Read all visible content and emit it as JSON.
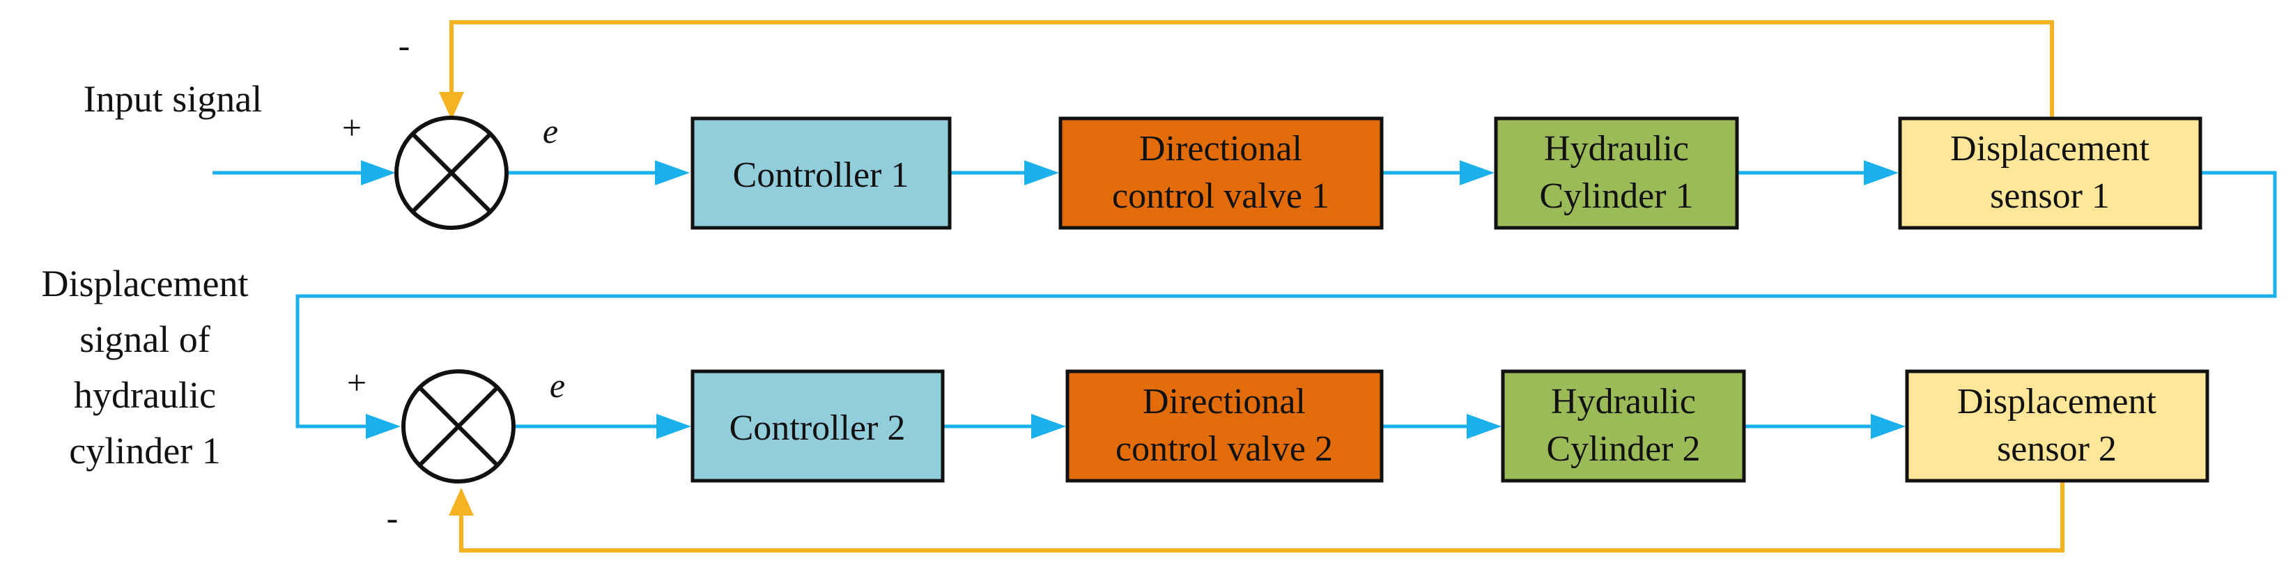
{
  "colors": {
    "signal_line": "#1ab0ec",
    "feedback_line": "#f5b324",
    "controller_fill": "#92cddc",
    "valve_fill": "#e36c0a",
    "cylinder_fill": "#9bbb59",
    "sensor_fill": "#ffe699",
    "outline": "#111111"
  },
  "labels": {
    "input_signal": "Input signal",
    "displacement_signal": [
      "Displacement",
      "signal of",
      "hydraulic",
      "cylinder 1"
    ]
  },
  "loop1": {
    "plus": "+",
    "minus": "-",
    "error": "e",
    "controller": [
      "Controller 1"
    ],
    "valve": [
      "Directional",
      "control valve 1"
    ],
    "cylinder": [
      "Hydraulic",
      "Cylinder 1"
    ],
    "sensor": [
      "Displacement",
      "sensor 1"
    ]
  },
  "loop2": {
    "plus": "+",
    "minus": "-",
    "error": "e",
    "controller": [
      "Controller 2"
    ],
    "valve": [
      "Directional",
      "control valve 2"
    ],
    "cylinder": [
      "Hydraulic",
      "Cylinder 2"
    ],
    "sensor": [
      "Displacement",
      "sensor 2"
    ]
  }
}
